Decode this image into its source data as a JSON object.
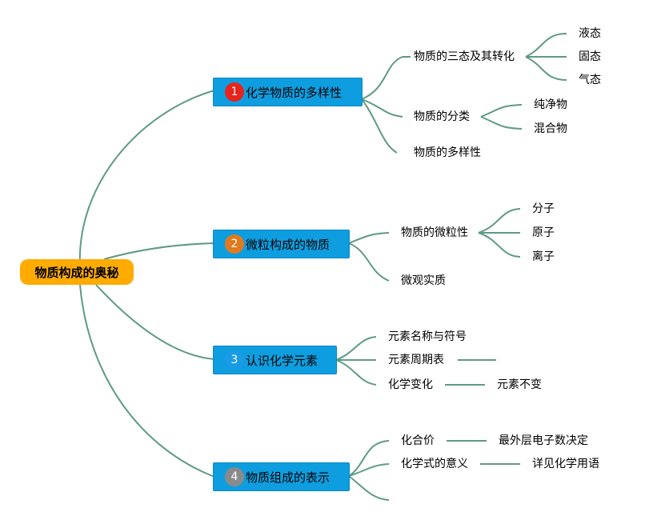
{
  "root": {
    "label": "物质构成的奥秘"
  },
  "branches": [
    {
      "number": "1",
      "label": "化学物质的多样性",
      "badge_color": "#e8231c",
      "children": [
        {
          "label": "物质的三态及其转化",
          "children": [
            "液态",
            "固态",
            "气态"
          ]
        },
        {
          "label": "物质的分类",
          "children": [
            "纯净物",
            "混合物"
          ]
        },
        {
          "label": "物质的多样性"
        }
      ]
    },
    {
      "number": "2",
      "label": "微粒构成的物质",
      "badge_color": "#e07a1d",
      "children": [
        {
          "label": "物质的微粒性",
          "children": [
            "分子",
            "原子",
            "离子"
          ]
        },
        {
          "label": "微观实质"
        }
      ]
    },
    {
      "number": "3",
      "label": "认识化学元素",
      "badge_color": "#1a9be6",
      "children": [
        {
          "label": "元素名称与符号"
        },
        {
          "label": "元素周期表",
          "children": [
            ""
          ]
        },
        {
          "label": "化学变化",
          "children": [
            "元素不变"
          ]
        }
      ]
    },
    {
      "number": "4",
      "label": "物质组成的表示",
      "badge_color": "#8a8a8a",
      "children": [
        {
          "label": "化合价",
          "children": [
            "最外层电子数决定"
          ]
        },
        {
          "label": "化学式的意义",
          "children": [
            "详见化学用语"
          ]
        },
        {
          "label": ""
        }
      ]
    }
  ],
  "line_color": "#5e9a84"
}
